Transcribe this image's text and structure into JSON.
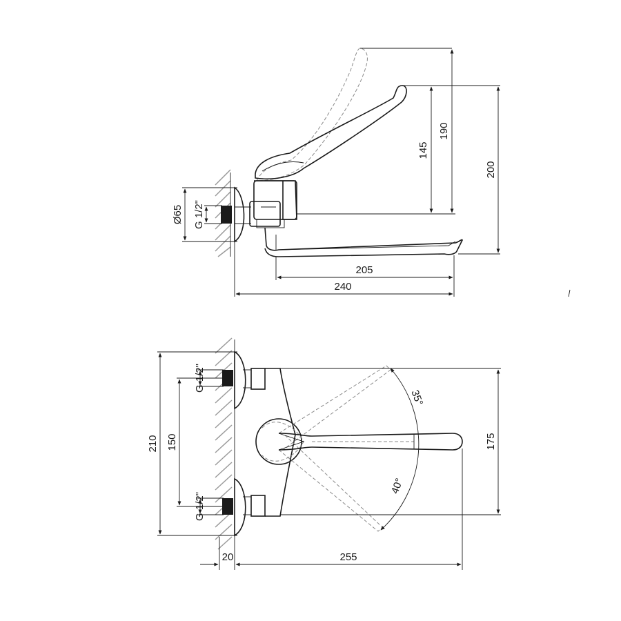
{
  "side_view": {
    "dims": {
      "height_190": "190",
      "height_145": "145",
      "height_200": "200",
      "diameter_65": "Ø65",
      "thread": "G 1/2\"",
      "spout_205": "205",
      "depth_240": "240"
    }
  },
  "top_view": {
    "dims": {
      "width_210": "210",
      "spacing_150": "150",
      "thread_top": "G 1/2\"",
      "thread_bottom": "G 1/2\"",
      "angle_35": "35°",
      "angle_40": "40°",
      "spout_175": "175",
      "wall_20": "20",
      "reach_255": "255"
    }
  }
}
